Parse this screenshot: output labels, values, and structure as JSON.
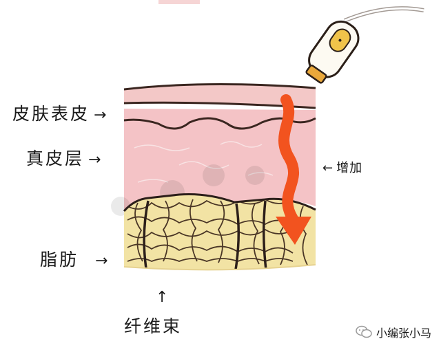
{
  "labels": {
    "epidermis": "皮肤表皮",
    "dermis": "真皮层",
    "fat": "脂肪",
    "fiber": "纤维束",
    "increase": "增加"
  },
  "arrows": {
    "right": "→",
    "left": "←",
    "up": "↑"
  },
  "watermark": {
    "text": "小编张小马",
    "icon": "wechat-icon"
  },
  "colors": {
    "epidermis": "#f3c8c7",
    "dermis": "#f4c3c6",
    "fat": "#f2e3a4",
    "fiber": "#4a3626",
    "heat_arrow": "#f2531f",
    "outline": "#2c1f1a"
  }
}
